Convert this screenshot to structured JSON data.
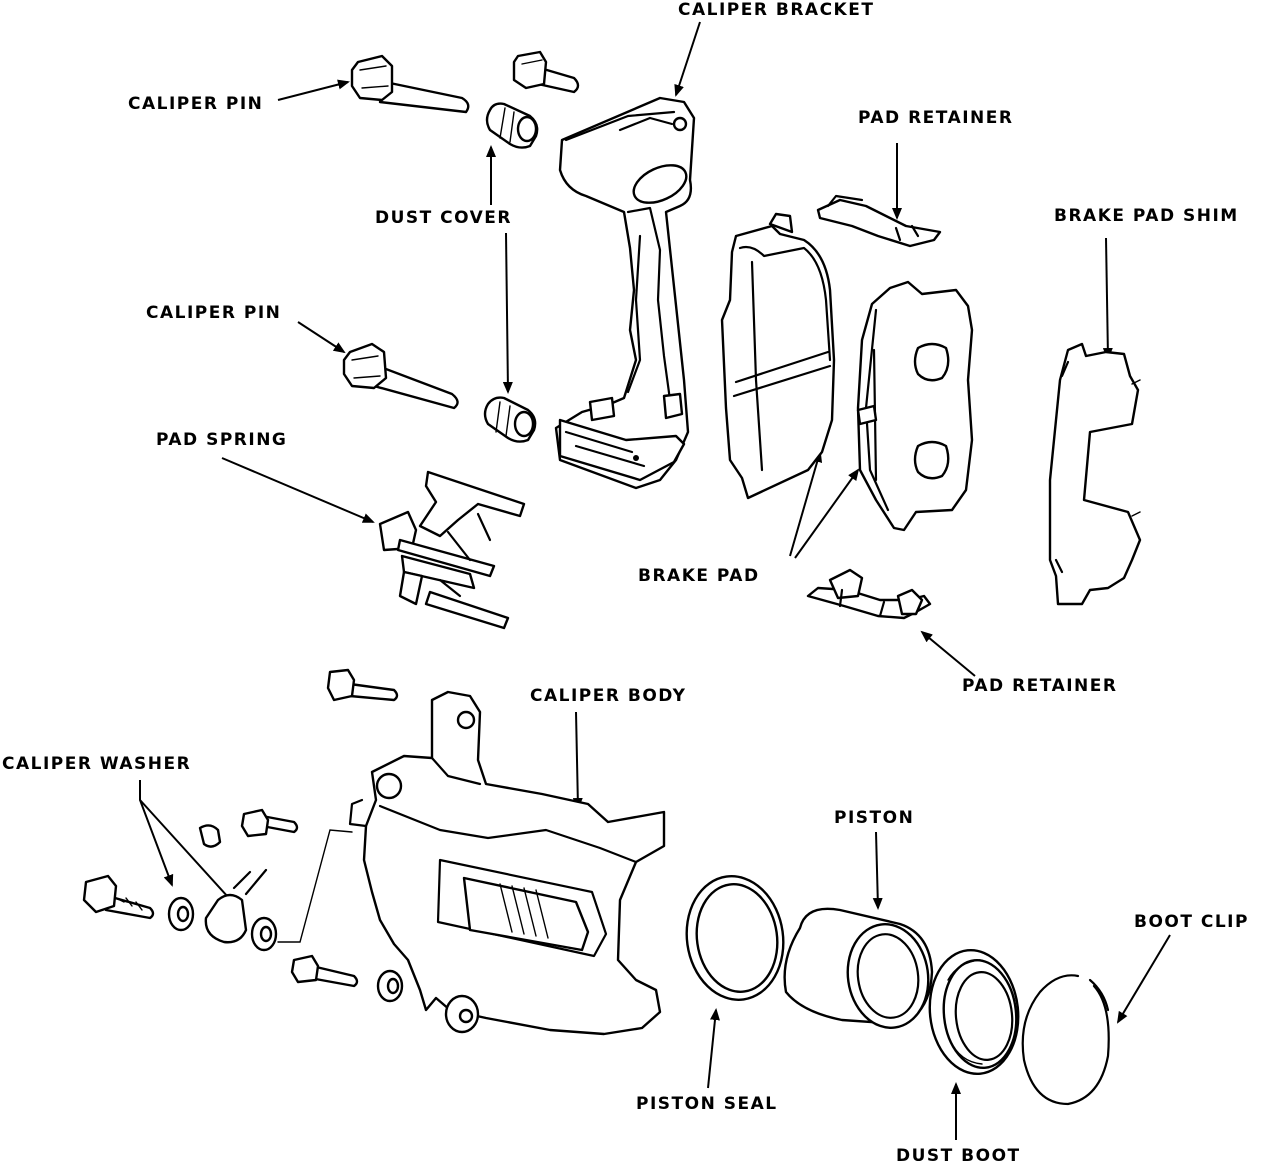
{
  "labels": {
    "caliper_bracket": "CALIPER BRACKET",
    "caliper_pin_top": "CALIPER PIN",
    "dust_cover": "DUST COVER",
    "caliper_pin_mid": "CALIPER PIN",
    "pad_retainer_top": "PAD RETAINER",
    "brake_pad_shim": "BRAKE PAD SHIM",
    "pad_spring": "PAD SPRING",
    "brake_pad": "BRAKE PAD",
    "pad_retainer_bottom": "PAD RETAINER",
    "caliper_body": "CALIPER BODY",
    "caliper_washer": "CALIPER WASHER",
    "piston": "PISTON",
    "boot_clip": "BOOT CLIP",
    "piston_seal": "PISTON SEAL",
    "dust_boot": "DUST BOOT"
  }
}
